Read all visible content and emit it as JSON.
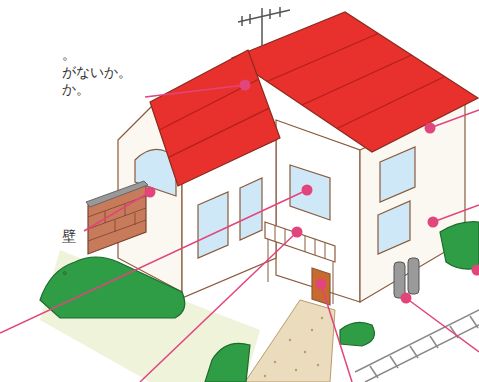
{
  "diagram": {
    "labels": [
      "。",
      "がないか。",
      "か。",
      "壁",
      "。"
    ]
  }
}
